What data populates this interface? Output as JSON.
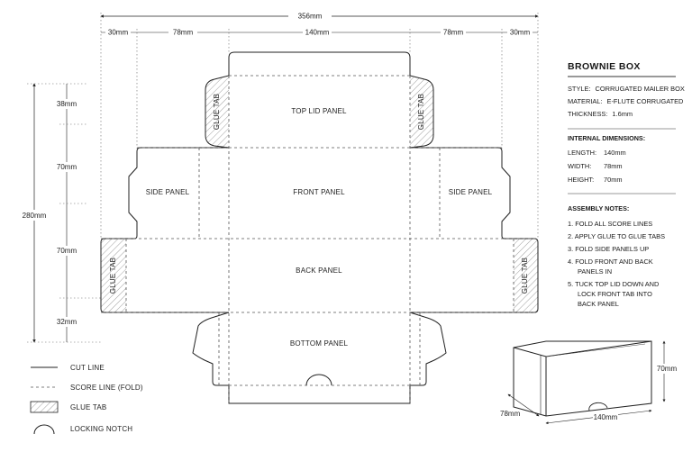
{
  "dimensions": {
    "overall_width": "356mm",
    "overall_height": "280mm",
    "segments_horizontal": [
      "30mm",
      "78mm",
      "140mm",
      "78mm",
      "30mm"
    ],
    "segments_vertical": [
      "38mm",
      "70mm",
      "70mm",
      "32mm"
    ]
  },
  "panels": {
    "top_lid": "TOP LID PANEL",
    "front": "FRONT PANEL",
    "side_left": "SIDE PANEL",
    "side_right": "SIDE PANEL",
    "back": "BACK PANEL",
    "bottom": "BOTTOM PANEL",
    "glue_tab": "GLUE TAB"
  },
  "legend": {
    "cut_line": "CUT LINE",
    "score_line": "SCORE LINE (FOLD)",
    "glue_tab": "GLUE TAB",
    "locking_notch": "LOCKING NOTCH"
  },
  "info": {
    "title": "BROWNIE BOX",
    "style_label": "STYLE:",
    "style_value": "CORRUGATED MAILER BOX",
    "material_label": "MATERIAL:",
    "material_value": "E-FLUTE CORRUGATED",
    "thickness_label": "THICKNESS:",
    "thickness_value": "1.6mm",
    "internal_header": "INTERNAL DIMENSIONS:",
    "length_label": "LENGTH:",
    "length_value": "140mm",
    "width_label": "WIDTH:",
    "width_value": "78mm",
    "height_label": "HEIGHT:",
    "height_value": "70mm",
    "notes_header": "ASSEMBLY NOTES:",
    "notes": [
      "1.  FOLD ALL SCORE LINES",
      "2.  APPLY GLUE TO GLUE TABS",
      "3.  FOLD SIDE PANELS UP",
      "4.  FOLD FRONT AND BACK",
      "PANELS IN",
      "5.  TUCK TOP LID DOWN AND",
      "LOCK FRONT TAB INTO",
      "BACK PANEL"
    ]
  },
  "box3d": {
    "depth": "78mm",
    "length": "140mm",
    "height": "70mm"
  }
}
